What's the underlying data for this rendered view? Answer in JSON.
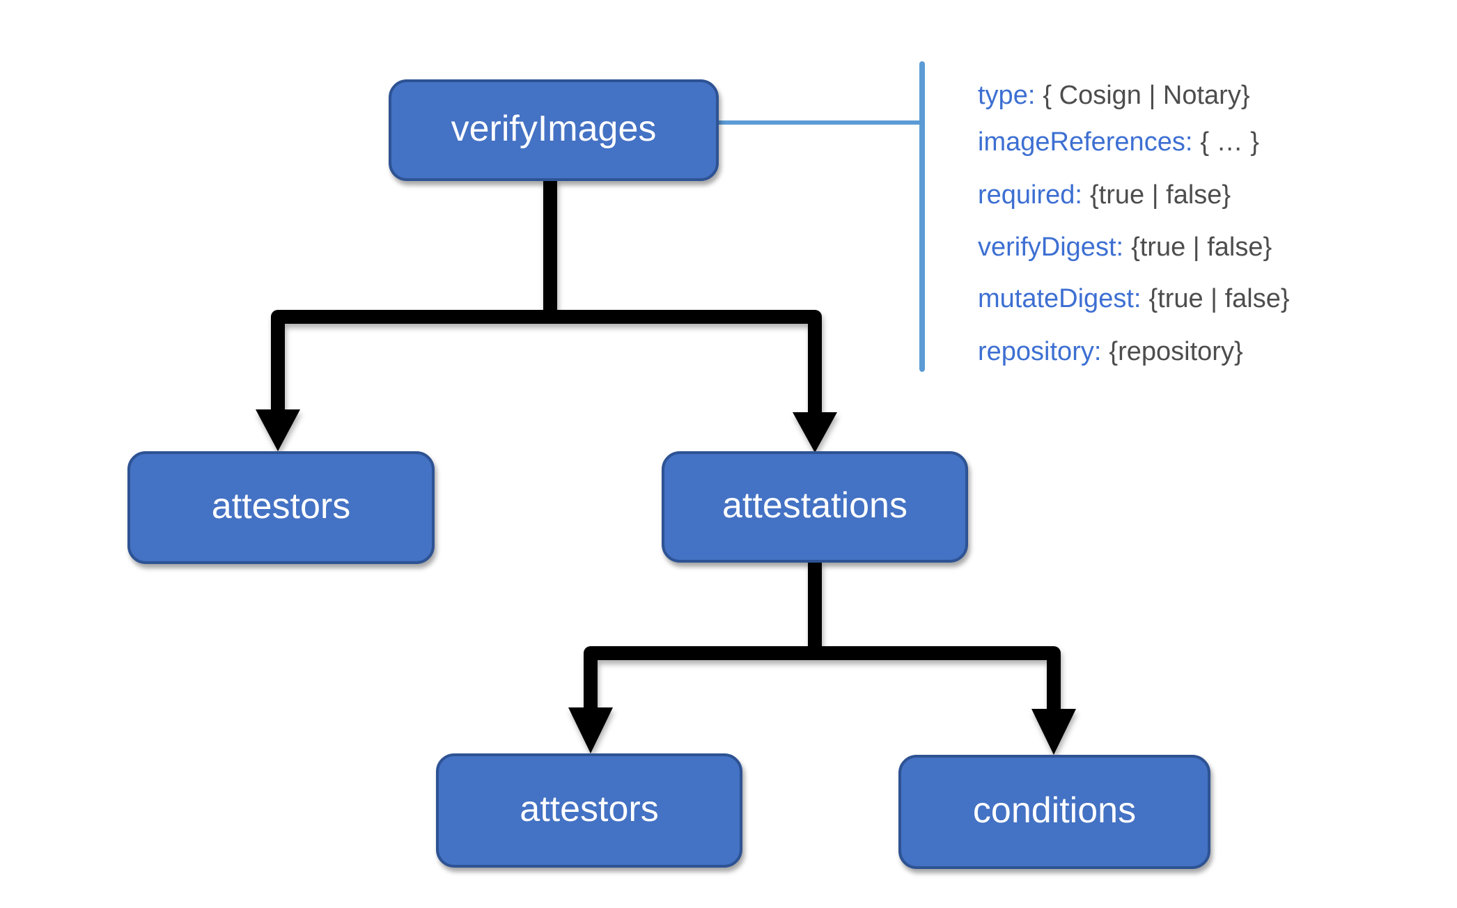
{
  "colors": {
    "background": "#FFFFFF",
    "node_fill": "#4472C4",
    "node_border": "#2E5394",
    "node_text": "#FFFFFF",
    "connector_black": "#000000",
    "callout_line_blue": "#5B9BD5",
    "callout_key_blue": "#3D6FD2",
    "callout_value_gray": "#4D4D4D"
  },
  "nodes": {
    "root": {
      "label": "verifyImages"
    },
    "level1": [
      {
        "label": "attestors"
      },
      {
        "label": "attestations"
      }
    ],
    "level2": [
      {
        "label": "attestors"
      },
      {
        "label": "conditions"
      }
    ]
  },
  "callout": {
    "items": [
      {
        "key": "type:",
        "value": "{ Cosign | Notary}"
      },
      {
        "key": "imageReferences:",
        "value": "{ … }"
      },
      {
        "key": "required:",
        "value": "{true | false}"
      },
      {
        "key": "verifyDigest:",
        "value": "{true | false}"
      },
      {
        "key": "mutateDigest:",
        "value": "{true | false}"
      },
      {
        "key": "repository:",
        "value": "{repository}"
      }
    ]
  }
}
